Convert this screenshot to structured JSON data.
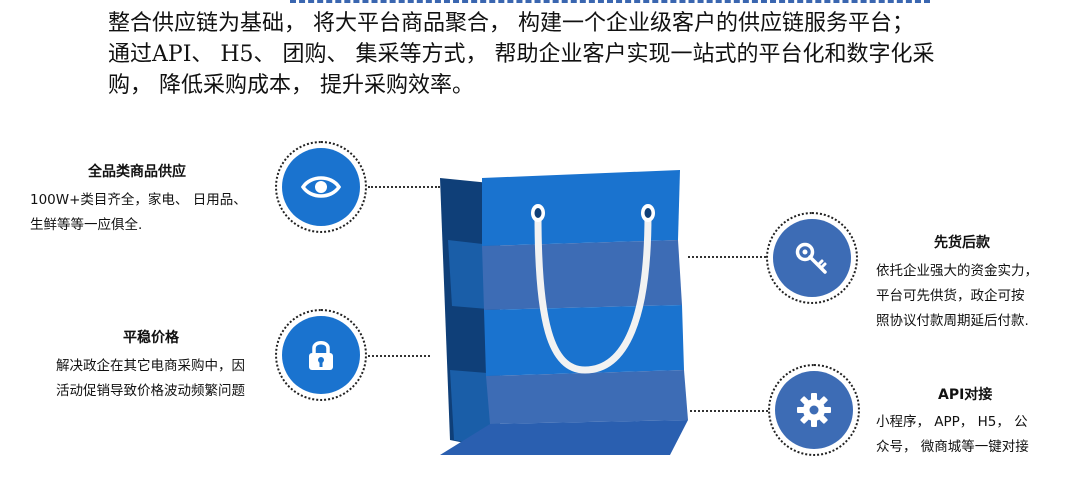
{
  "intro": {
    "line1": "整合供应链为基础， 将大平台商品聚合， 构建一个企业级客户的供应链服务平台；",
    "line2": "通过API、 H5、 团购、 集采等方式， 帮助企业客户实现一站式的平台化和数字化采",
    "line3": "购， 降低采购成本， 提升采购效率。"
  },
  "features": {
    "full_category": {
      "title": "全品类商品供应",
      "line1": "100W+类目齐全，家电、 日用品、",
      "line2": "生鲜等等一应俱全.",
      "icon": "eye-icon"
    },
    "stable_price": {
      "title": "平稳价格",
      "line1": "解决政企在其它电商采购中，因",
      "line2": "活动促销导致价格波动频繁问题",
      "icon": "lock-icon"
    },
    "pay_later": {
      "title": "先货后款",
      "line1": "依托企业强大的资金实力，",
      "line2": "平台可先供货，政企可按",
      "line3": "照协议付款周期延后付款.",
      "icon": "key-icon"
    },
    "api": {
      "title": "API对接",
      "line1": "小程序， APP， H5， 公",
      "line2": "众号， 微商城等一键对接",
      "icon": "gear-icon"
    }
  },
  "colors": {
    "blue": "#1a73cf",
    "slate": "#3d6cb5",
    "dark_navy": "#0f3f78"
  }
}
